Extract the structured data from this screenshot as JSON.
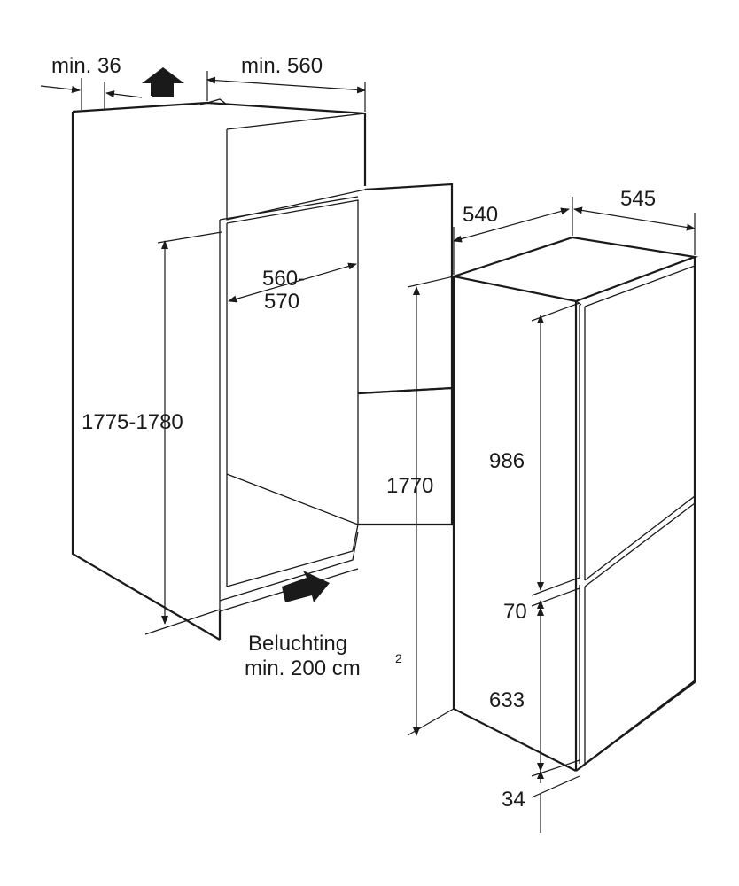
{
  "diagram": {
    "labels": {
      "min_gap": "min. 36",
      "min_width": "min. 560",
      "niche_width": "560-",
      "niche_width_2": "570",
      "niche_height": "1775-1780",
      "appliance_height": "1770",
      "appliance_width": "540",
      "appliance_depth": "545",
      "upper_door": "986",
      "door_gap": "70",
      "lower_door": "633",
      "bottom_gap": "34",
      "vent_label_1": "Beluchting",
      "vent_label_2": "min. 200 cm",
      "vent_label_sup": "2"
    },
    "colors": {
      "line": "#1a1a1a",
      "background": "#ffffff"
    },
    "icons": [
      "ventilation-out-arrow-icon",
      "ventilation-in-arrow-icon"
    ]
  }
}
